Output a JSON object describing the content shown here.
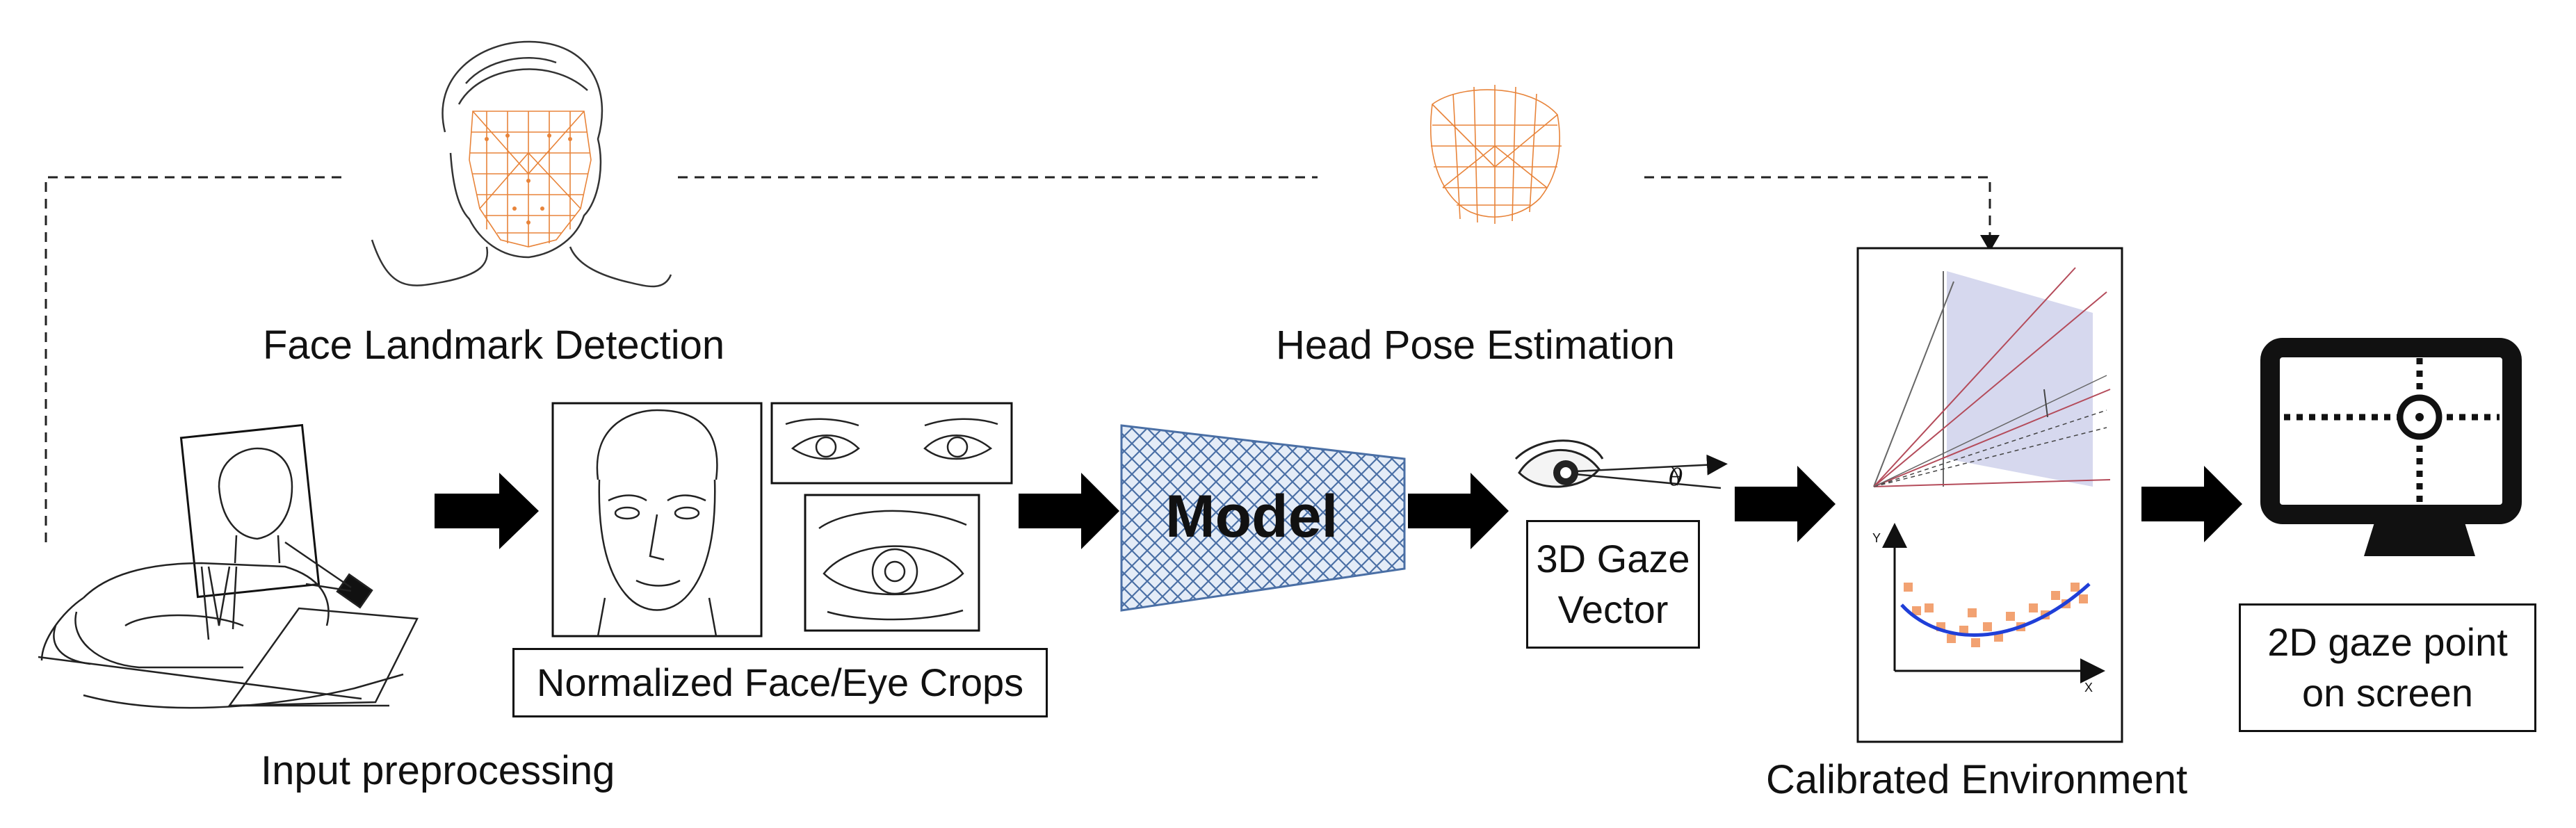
{
  "labels": {
    "face_landmark": "Face Landmark Detection",
    "head_pose": "Head Pose Estimation",
    "input_preprocessing": "Input preprocessing",
    "normalized_crops": "Normalized Face/Eye Crops",
    "model": "Model",
    "gaze_vector_line1": "3D Gaze",
    "gaze_vector_line2": "Vector",
    "theta_symbol": "θ",
    "calibrated_environment": "Calibrated Environment",
    "gaze_point_line1": "2D gaze point",
    "gaze_point_line2": "on screen",
    "axis_y": "Y",
    "axis_x": "X"
  },
  "icons": {
    "face_mesh_full": "face-landmark-mesh-illustration",
    "face_mesh_mask": "head-pose-mesh-illustration",
    "user_at_laptop": "user-laptop-webcam-illustration",
    "eye": "eye-icon",
    "monitor": "monitor-crosshair-icon"
  },
  "colors": {
    "landmark_orange": "#e8843a",
    "model_hatch": "#4a6fa5",
    "model_fill": "#dbe6f3",
    "curve_blue": "#1f3fd8",
    "plane_lavender": "#c8cbe8",
    "ray_red": "#b44b5a"
  }
}
